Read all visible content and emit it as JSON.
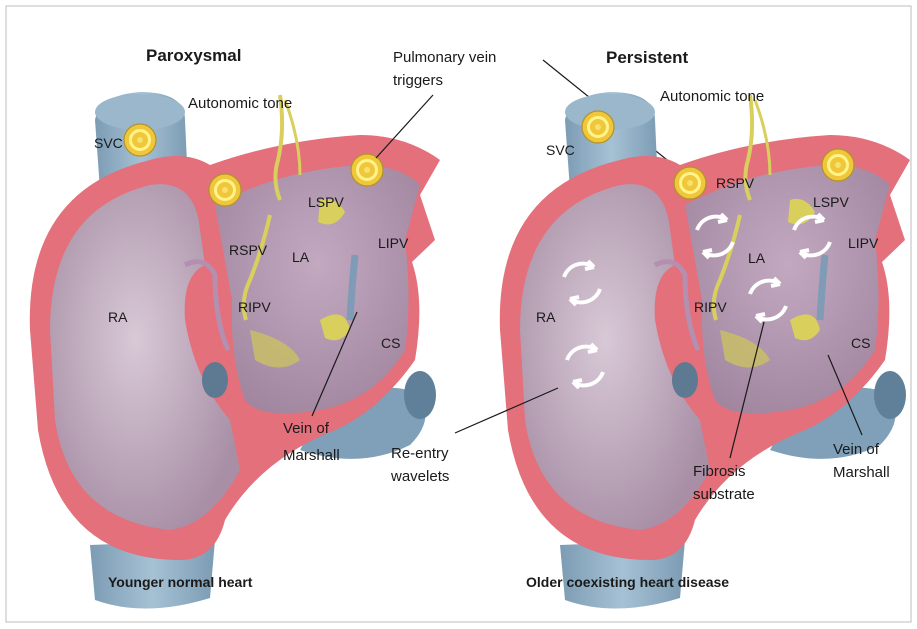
{
  "colors": {
    "wall": "#e3707a",
    "wall_dark": "#c8566a",
    "vessel": "#8fb0c6",
    "vessel_dark": "#6d91aa",
    "chamber": "#b9a0b4",
    "chamber_light": "#ccb8c8",
    "nerve": "#d9cf5c",
    "trigger_ring": "#e8d23a",
    "wavelet": "#ffffff",
    "frame": "#bdbdbd"
  },
  "panels": {
    "left": {
      "title": "Paroxysmal",
      "caption": "Younger normal heart",
      "labels": {
        "svc": "SVC",
        "ra": "RA",
        "la": "LA",
        "rspv": "RSPV",
        "lspv": "LSPV",
        "lipv": "LIPV",
        "ripv": "RIPV",
        "cs": "CS",
        "autonomic": "Autonomic tone",
        "vom_1": "Vein of",
        "vom_2": "Marshall"
      }
    },
    "right": {
      "title": "Persistent",
      "caption": "Older coexisting heart disease",
      "labels": {
        "svc": "SVC",
        "ra": "RA",
        "la": "LA",
        "rspv": "RSPV",
        "lspv": "LSPV",
        "lipv": "LIPV",
        "ripv": "RIPV",
        "cs": "CS",
        "autonomic": "Autonomic tone",
        "vom_1": "Vein of",
        "vom_2": "Marshall",
        "reentry_1": "Re-entry",
        "reentry_2": "wavelets",
        "fibrosis_1": "Fibrosis",
        "fibrosis_2": "substrate"
      }
    }
  },
  "shared": {
    "pv_triggers_1": "Pulmonary vein",
    "pv_triggers_2": "triggers"
  },
  "icons": [
    "trigger-ring-icon",
    "reentry-wavelet-icon"
  ]
}
